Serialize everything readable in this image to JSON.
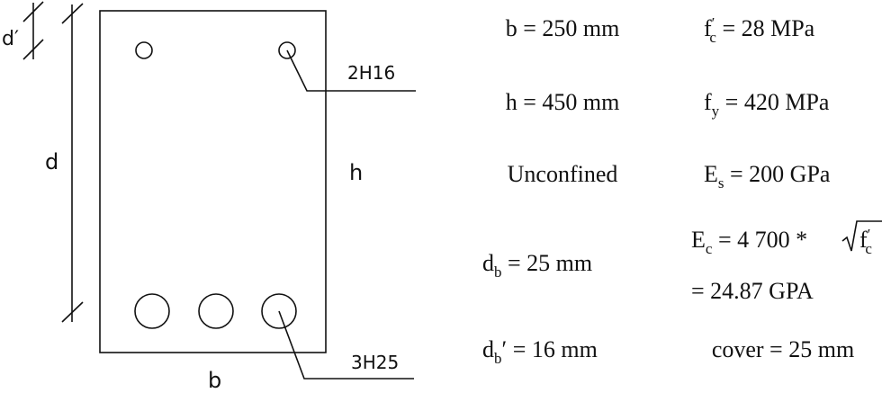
{
  "labels": {
    "d_prime": "d′",
    "d": "d",
    "h": "h",
    "b": "b",
    "top_bars": "2H16",
    "bottom_bars": "3H25"
  },
  "equations": {
    "b": "b = 250 mm",
    "h": "h = 450 mm",
    "confinement": "Unconfined",
    "db_base": "d",
    "db_sub": "b",
    "db_rest": " = 25 mm",
    "dbp_base": "d",
    "dbp_sub": "b",
    "dbp_rest": "′ = 16 mm",
    "fc_base": "f",
    "fc_sup": "′",
    "fc_sub": "c",
    "fc_rest": " = 28 MPa",
    "fy_base": "f",
    "fy_sub": "y",
    "fy_rest": " = 420 MPa",
    "es_base": "E",
    "es_sub": "s",
    "es_rest": " = 200 GPa",
    "ec_base": "E",
    "ec_sub": "c",
    "ec_rest": " = 4 700 * ",
    "ec_root_base": "f",
    "ec_root_sup": "′",
    "ec_root_sub": "c",
    "ec_value": "= 24.87 GPA",
    "cover": "cover = 25 mm"
  }
}
